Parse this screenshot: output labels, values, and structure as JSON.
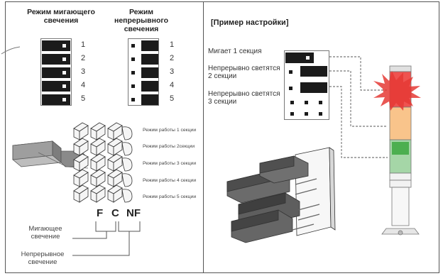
{
  "left_panel": {
    "blink_mode_title": "Режим мигающего свечения",
    "steady_mode_title": "Режим непрерывного свечения",
    "switch_numbers": [
      "1",
      "2",
      "3",
      "4",
      "5"
    ],
    "section_modes": [
      "Режим работы 1 секции",
      "Режим работы 2секции",
      "Режим работы 3 секции",
      "Режим работы 4 секции",
      "Режим работы 5 секции"
    ],
    "jumper_positions": [
      "F",
      "C",
      "NF"
    ],
    "blink_label": "Мигающее свечение",
    "steady_label": "Непрерывное свечение"
  },
  "right_panel": {
    "title": "[Пример настройки]",
    "labels": [
      "Мигает 1 секция",
      "Непрерывно светятся 2 секции",
      "Непрерывно светятся 3 секции"
    ]
  },
  "colors": {
    "lamp_red": "#e53935",
    "lamp_orange": "#f6a445",
    "lamp_green": "#4caf50",
    "switch_dark": "#1b1b1b"
  }
}
